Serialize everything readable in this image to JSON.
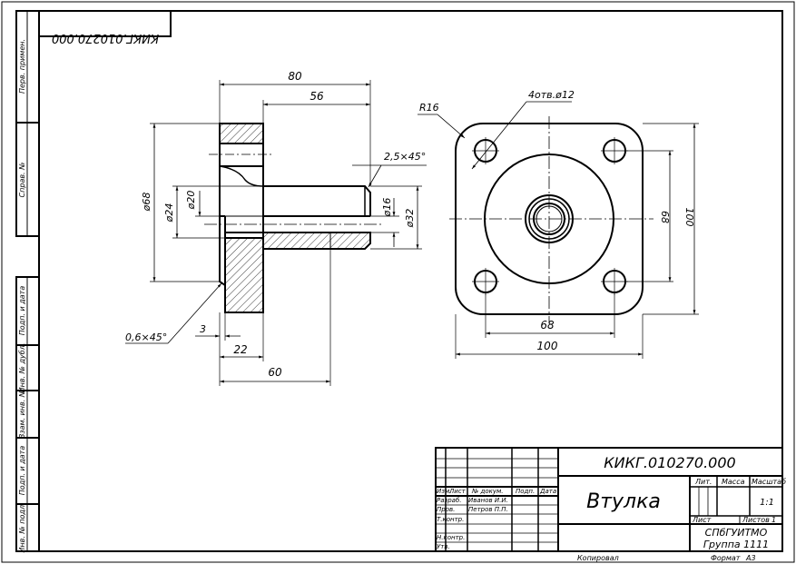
{
  "doc_code_mirrored": "КИКГ.010270.000",
  "side_strip": {
    "perv_primen": "Перв. примен.",
    "sprav_no": "Справ. №",
    "podp_i_data_1": "Подп. и дата",
    "inv_no_dubl": "Инв. № дубл.",
    "vzam_inv_no": "Взам. инв. №",
    "podp_i_data_2": "Подп. и дата",
    "inv_no_podl": "Инв. № подл."
  },
  "front_view": {
    "dim_80": "80",
    "dim_56": "56",
    "dim_chamfer": "2,5×45°",
    "dim_d68": "ø68",
    "dim_d24": "ø24",
    "dim_d20": "ø20",
    "dim_d16": "ø16",
    "dim_d32": "ø32",
    "dim_chamfer_small": "0,6×45°",
    "dim_3": "3",
    "dim_22": "22",
    "dim_60": "60"
  },
  "side_view": {
    "dim_r16": "R16",
    "dim_holes": "4отв.ø12",
    "dim_68_v": "68",
    "dim_100_v": "100",
    "dim_68_h": "68",
    "dim_100_h": "100"
  },
  "title_block": {
    "code": "КИКГ.010270.000",
    "name": "Втулка",
    "col_izm": "Изм.",
    "col_list": "Лист",
    "col_doc": "№ докум.",
    "col_podp": "Подп.",
    "col_data": "Дата",
    "razrab_label": "Разраб.",
    "razrab_name": "Иванов И.И.",
    "prov_label": "Пров.",
    "prov_name": "Петров П.П.",
    "tkontr_label": "Т.контр.",
    "nkontr_label": "Н.контр.",
    "utv_label": "Утв.",
    "lit_label": "Лит.",
    "massa_label": "Масса",
    "masshtab_label": "Масштаб",
    "scale_value": "1:1",
    "list_label": "Лист",
    "listov_label": "Листов",
    "listov_value": "1",
    "org_1": "СПбГУИТМО",
    "org_2": "Группа 1111",
    "kopiroval": "Копировал",
    "format_label": "Формат",
    "format_value": "А3"
  }
}
